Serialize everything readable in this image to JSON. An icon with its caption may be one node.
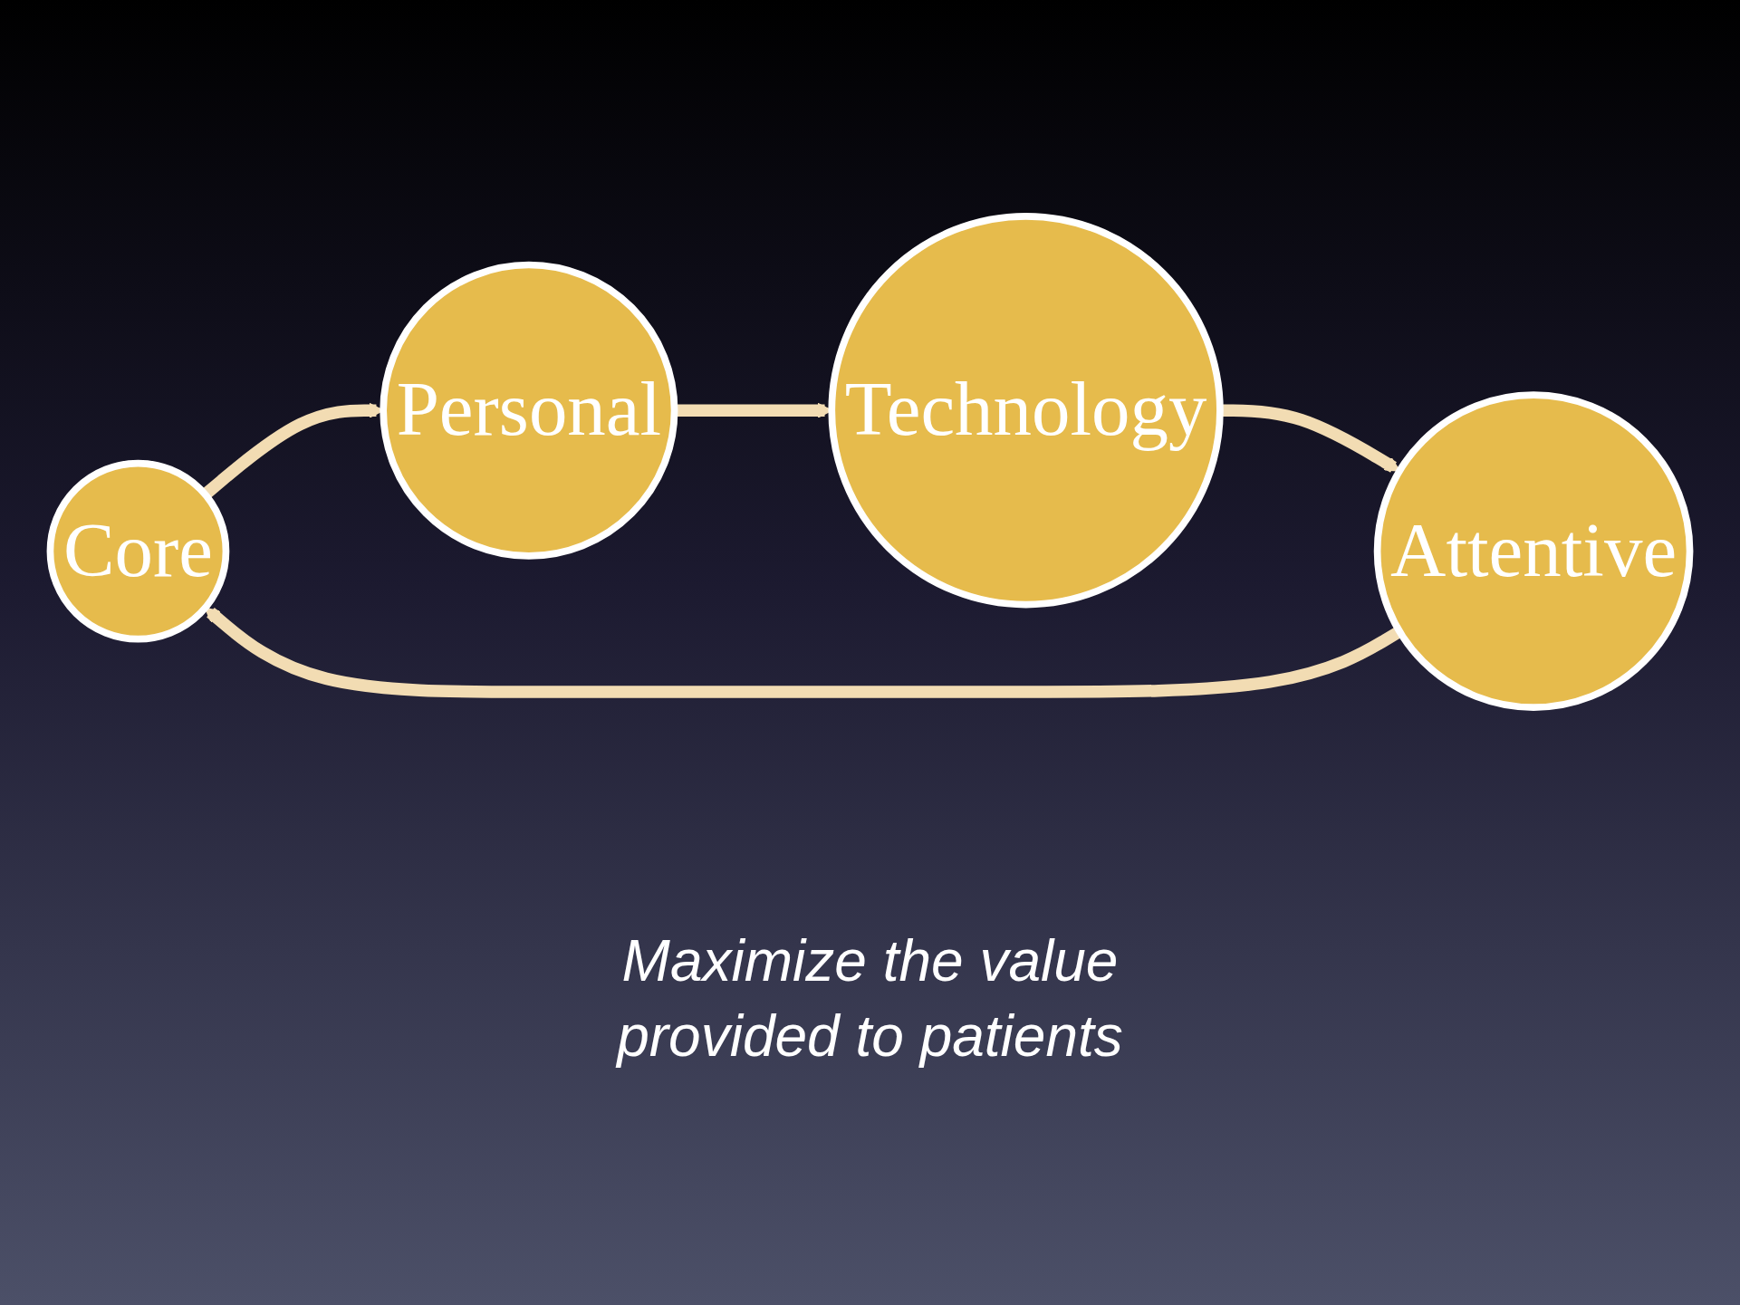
{
  "diagram": {
    "nodes": [
      {
        "text": [
          "Core"
        ]
      },
      {
        "text": [
          "Personal"
        ]
      },
      {
        "text": [
          "Technology"
        ]
      },
      {
        "text": [
          "Attentive"
        ]
      }
    ],
    "edges": [
      {
        "from": 0,
        "to": 1,
        "arrow": "to"
      },
      {
        "from": 1,
        "to": 2,
        "arrow": "to"
      },
      {
        "from": 2,
        "to": 3,
        "arrow": "to"
      },
      {
        "from": 3,
        "to": 0,
        "arrow": "to"
      }
    ],
    "labels": [
      "Maximize the value provided to patients"
    ]
  }
}
